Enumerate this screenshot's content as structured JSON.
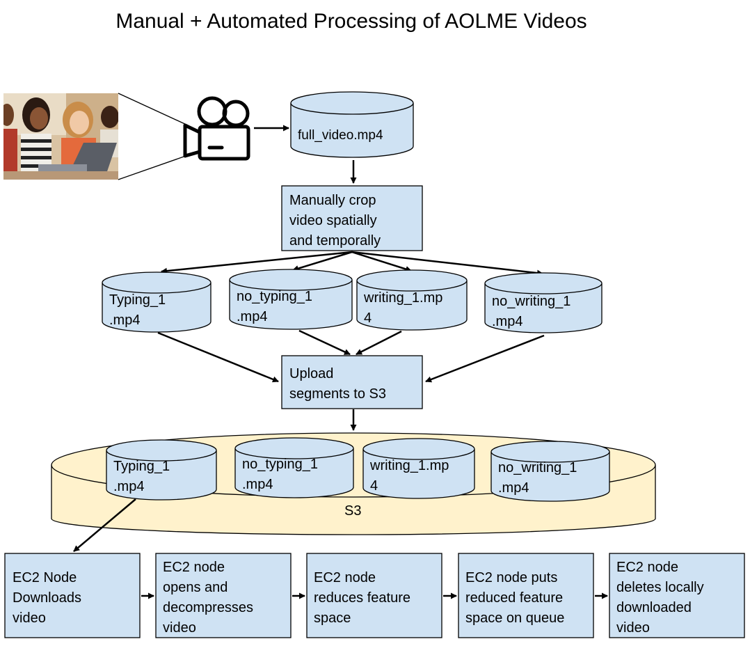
{
  "title": "Manual + Automated Processing of AOLME Videos",
  "photo": {
    "kind": "classroom-photo"
  },
  "camera": {
    "icon": "video-camera-icon"
  },
  "source_file": {
    "label": "full_video.mp4"
  },
  "crop_step": {
    "lines": [
      "Manually crop",
      "video spatially",
      "and temporally"
    ]
  },
  "segments": [
    {
      "lines": [
        "Typing_1",
        ".mp4"
      ]
    },
    {
      "lines": [
        "no_typing_1",
        ".mp4"
      ]
    },
    {
      "lines": [
        "writing_1.mp",
        "4"
      ]
    },
    {
      "lines": [
        "no_writing_1",
        ".mp4"
      ]
    }
  ],
  "upload_step": {
    "lines": [
      "Upload",
      "segments to S3"
    ]
  },
  "s3": {
    "label": "S3",
    "segments": [
      {
        "lines": [
          "Typing_1",
          ".mp4"
        ]
      },
      {
        "lines": [
          "no_typing_1",
          ".mp4"
        ]
      },
      {
        "lines": [
          "writing_1.mp",
          "4"
        ]
      },
      {
        "lines": [
          "no_writing_1",
          ".mp4"
        ]
      }
    ]
  },
  "ec2_steps": [
    {
      "lines": [
        "EC2 Node",
        "Downloads",
        "video"
      ]
    },
    {
      "lines": [
        "EC2 node",
        "opens and",
        "decompresses",
        "video"
      ]
    },
    {
      "lines": [
        "EC2 node",
        "reduces feature",
        "space"
      ]
    },
    {
      "lines": [
        "EC2 node puts",
        "reduced feature",
        "space on queue"
      ]
    },
    {
      "lines": [
        "EC2 node",
        "deletes locally",
        "downloaded",
        "video"
      ]
    }
  ],
  "colors": {
    "box_fill": "#cfe2f3",
    "s3_fill": "#fff2cc",
    "stroke": "#000000"
  }
}
